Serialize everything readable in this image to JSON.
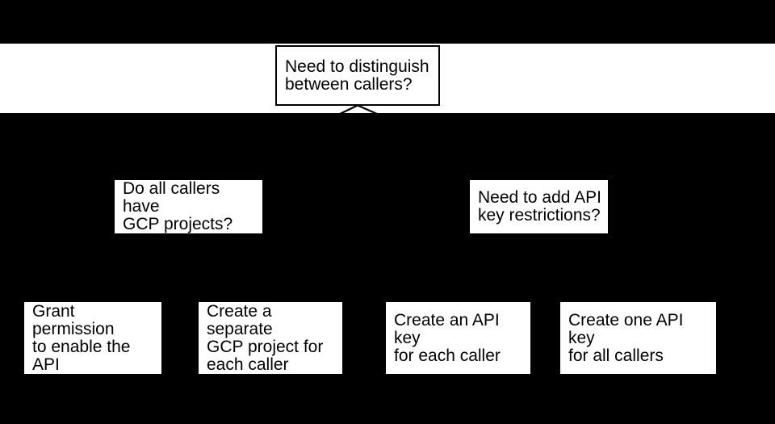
{
  "colors": {
    "background": "#000000",
    "band": "#ffffff",
    "node_fill": "#ffffff",
    "node_border": "#000000",
    "text": "#000000"
  },
  "diagram": {
    "type": "decision-flowchart",
    "root": {
      "label": "Need to distinguish\nbetween callers?"
    },
    "decisions": [
      {
        "label": "Do all callers have\nGCP projects?"
      },
      {
        "label": "Need to add API\nkey restrictions?"
      }
    ],
    "outcomes": [
      {
        "label": "Grant permission\nto enable the API"
      },
      {
        "label": "Create a separate\nGCP project for\neach caller"
      },
      {
        "label": "Create an API key\nfor each caller"
      },
      {
        "label": "Create one API key\nfor all callers"
      }
    ]
  }
}
